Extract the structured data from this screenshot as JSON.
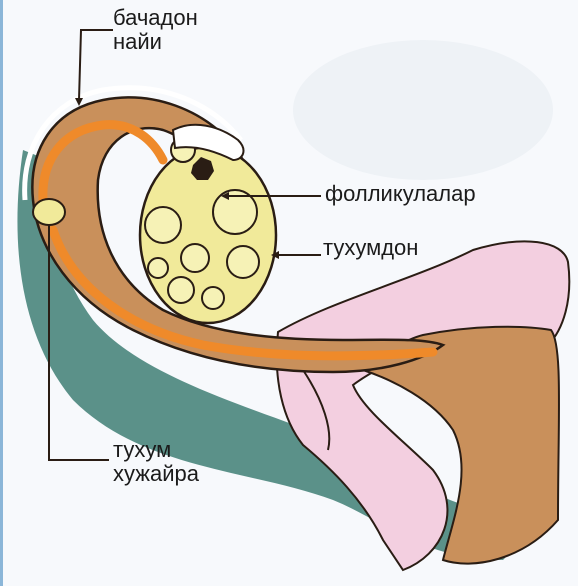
{
  "labels": {
    "uterine_tube": [
      "бачадон",
      "найи"
    ],
    "follicles": "фолликулалар",
    "ovary": "тухумдон",
    "egg_cell": [
      "тухум",
      "хужайра"
    ]
  },
  "colors": {
    "background": "#f7f9fc",
    "shadow": "#3f7f74",
    "tube_brown": "#c9905b",
    "tube_orange": "#ef8a2a",
    "ovary_yellow": "#f1ea9a",
    "uterus_pink": "#f3cfe0",
    "outline": "#2a1d14"
  }
}
